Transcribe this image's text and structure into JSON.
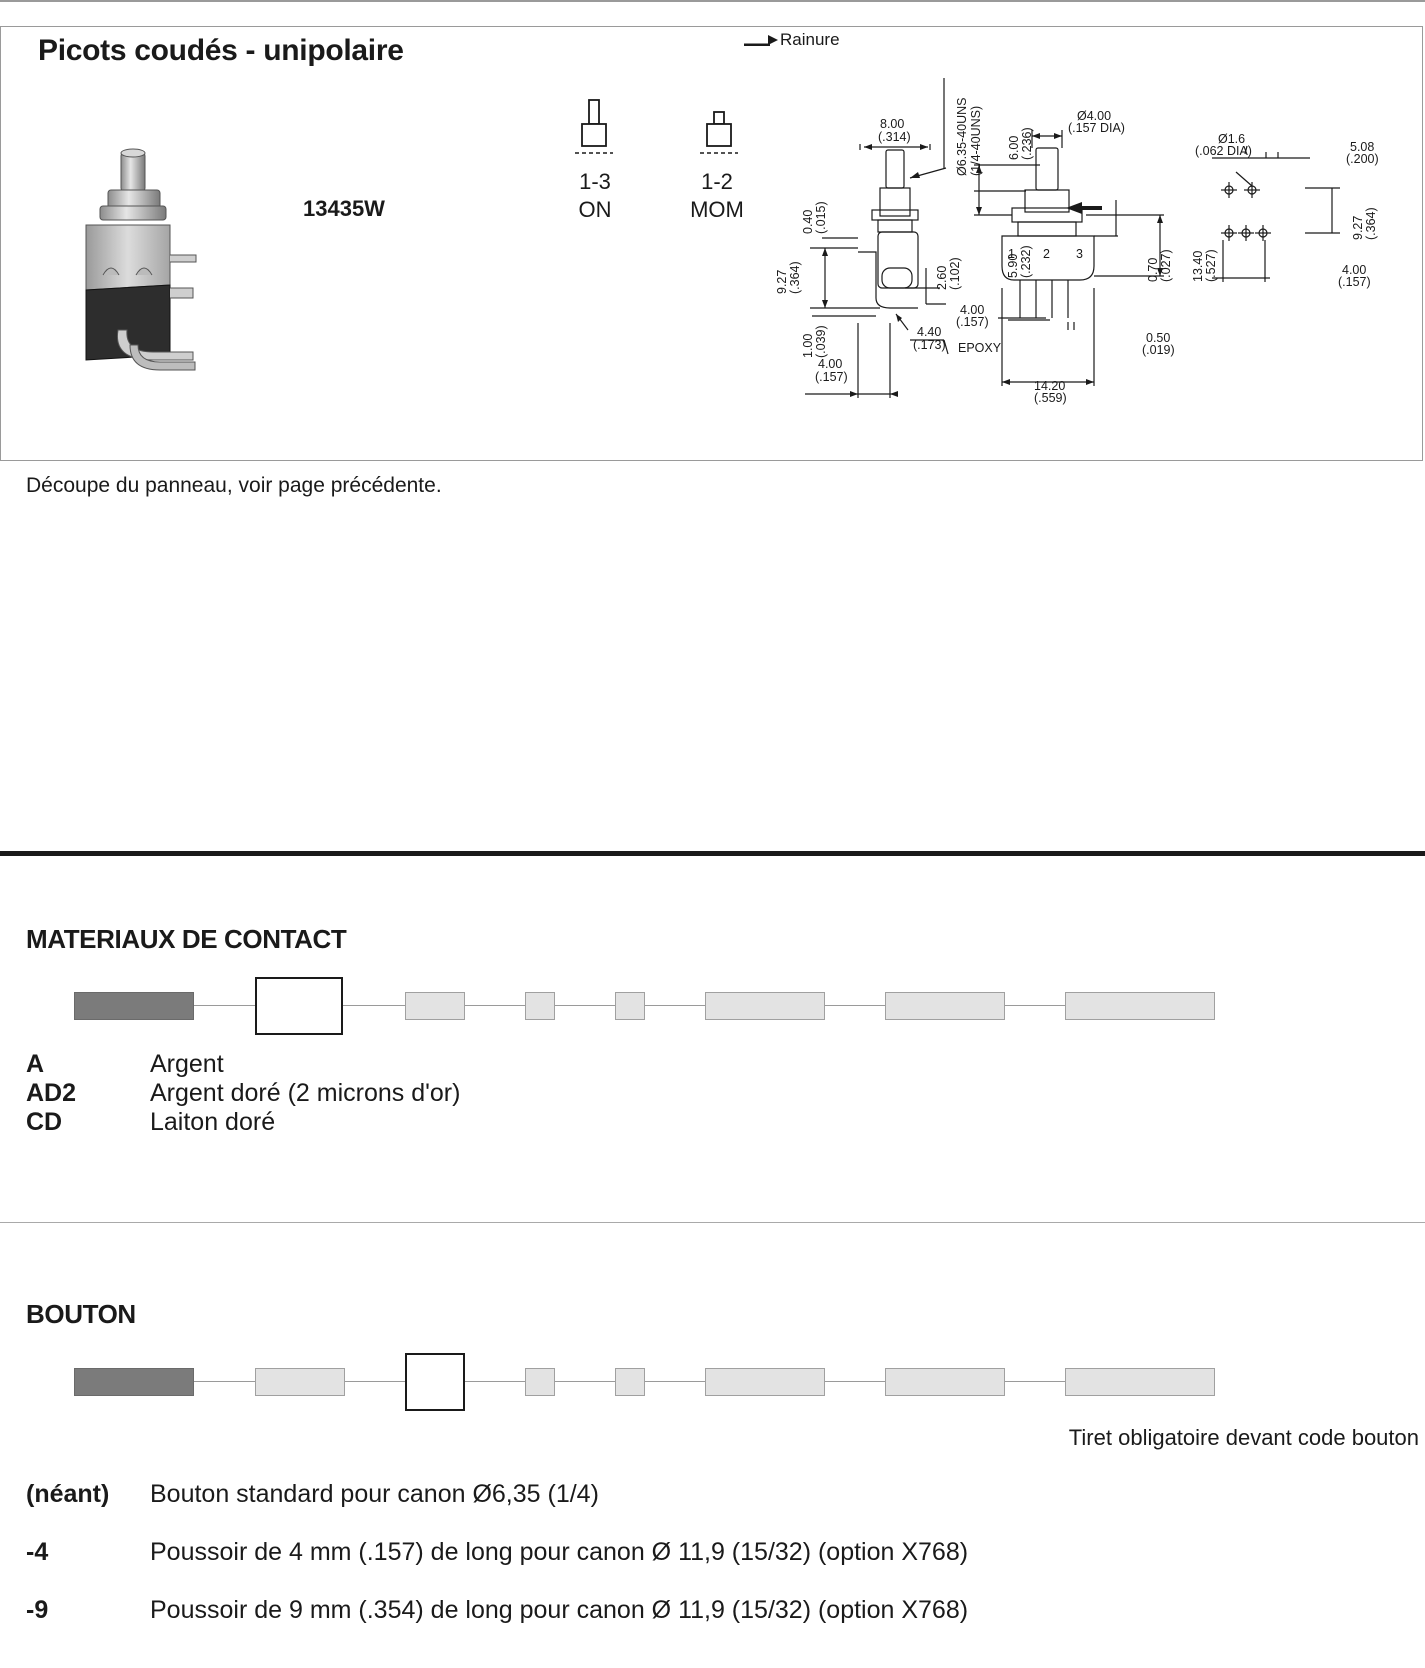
{
  "product": {
    "title": "Picots coudés - unipolaire",
    "part_number": "13435W",
    "states": [
      {
        "positions": "1-3",
        "mode": "ON"
      },
      {
        "positions": "1-2",
        "mode": "MOM"
      }
    ],
    "rainure_label": "Rainure",
    "dimensions": {
      "d1": "8.00",
      "d1i": "(.314)",
      "thread1": "Ø6.35-40UNS",
      "thread2": "(1/4-40UNS)",
      "d2": "0.40",
      "d2i": "(.015)",
      "d3": "9.27",
      "d3i": "(.364)",
      "d4": "2.60",
      "d4i": "(.102)",
      "d5": "1.00",
      "d5i": "(.039)",
      "d6": "4.40",
      "d6i": "(.173)",
      "epoxy": "EPOXY",
      "d7": "4.00",
      "d7i": "(.157)",
      "d8": "Ø4.00",
      "d8i": "(.157 DIA)",
      "d9": "6.00",
      "d9i": "(.236)",
      "d10": "5.90",
      "d10i": "(.232)",
      "d11": "0.70",
      "d11i": "(.027)",
      "d12": "13.40",
      "d12i": "(.527)",
      "d13": "4.00",
      "d13i": "(.157)",
      "d14": "0.50",
      "d14i": "(.019)",
      "d15": "14.20",
      "d15i": "(.559)",
      "pin1": "1",
      "pin2": "2",
      "pin3": "3",
      "d16": "Ø1.6",
      "d16i": "(.062 DIA)",
      "d17": "5.08",
      "d17i": "(.200)",
      "d18": "9.27",
      "d18i": "(.364)",
      "d19": "4.00",
      "d19i": "(.157)"
    }
  },
  "cutout_note": "Découpe du panneau, voir page précédente.",
  "contact_materials": {
    "title": "MATERIAUX DE CONTACT",
    "highlighted_index": 1,
    "items": [
      {
        "code": "A",
        "desc": "Argent"
      },
      {
        "code": "AD2",
        "desc": "Argent doré (2 microns d'or)"
      },
      {
        "code": "CD",
        "desc": "Laiton doré"
      }
    ]
  },
  "button": {
    "title": "BOUTON",
    "highlighted_index": 2,
    "note": "Tiret obligatoire devant code bouton",
    "items": [
      {
        "code": "(néant)",
        "desc": "Bouton standard pour canon Ø6,35 (1/4)"
      },
      {
        "code": "-4",
        "desc": "Poussoir de 4 mm (.157) de long pour canon Ø 11,9 (15/32) (option X768)"
      },
      {
        "code": "-9",
        "desc": "Poussoir de 9 mm (.354) de long pour canon Ø 11,9 (15/32) (option X768)"
      }
    ]
  },
  "colors": {
    "dark_segment": "#7b7b7b",
    "light_segment": "#e3e3e3",
    "rule": "#1a1a1a"
  }
}
